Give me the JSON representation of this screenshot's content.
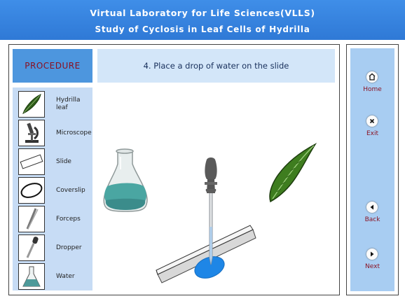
{
  "header": {
    "title": "Virtual Laboratory for Life Sciences(VLLS)",
    "subtitle": "Study of Cyclosis in Leaf Cells of Hydrilla"
  },
  "procedure_label": "PROCEDURE",
  "step_text": "4. Place a drop of water on the slide",
  "items": [
    {
      "label": "Hydrilla leaf",
      "icon": "leaf-icon"
    },
    {
      "label": "Microscope",
      "icon": "microscope-icon"
    },
    {
      "label": "Slide",
      "icon": "slide-icon"
    },
    {
      "label": "Coverslip",
      "icon": "coverslip-icon"
    },
    {
      "label": "Forceps",
      "icon": "forceps-icon"
    },
    {
      "label": "Dropper",
      "icon": "dropper-icon"
    },
    {
      "label": "Water",
      "icon": "flask-icon"
    }
  ],
  "nav": {
    "home": "Home",
    "exit": "Exit",
    "back": "Back",
    "next": "Next"
  },
  "colors": {
    "header": "#3a87e3",
    "procedure_bg": "#4d96de",
    "panel_bg": "#c7dcf5",
    "nav_bg": "#a8cdf2",
    "label_red": "#8a0f1f",
    "water_blue": "#1e86e6"
  }
}
